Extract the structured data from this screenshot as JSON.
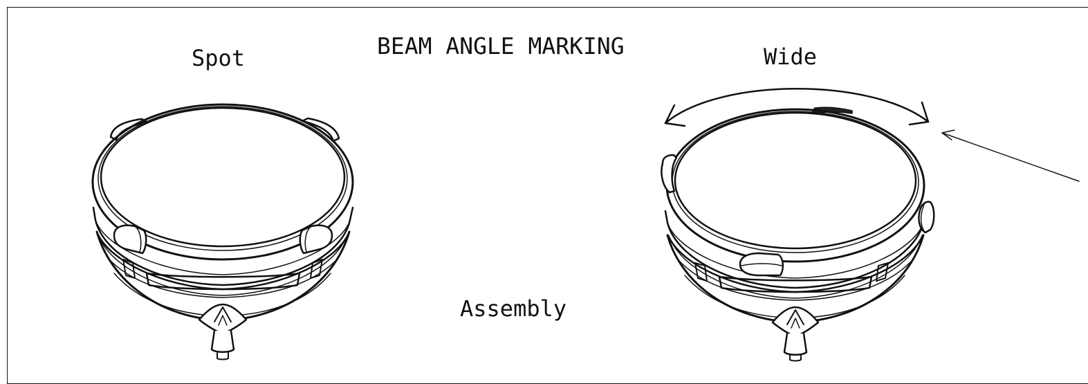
{
  "title": "BEAM ANGLE MARKING",
  "labels": {
    "spot": "Spot",
    "wide": "Wide",
    "assembly": "Assembly"
  },
  "colors": {
    "line": "#111111",
    "background": "#ffffff"
  }
}
